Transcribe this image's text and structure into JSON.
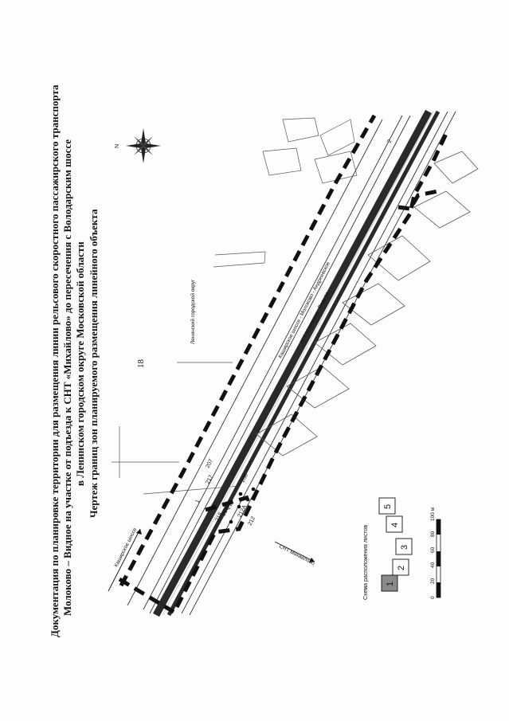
{
  "page_number": "18",
  "title": {
    "line1": "Документация по планировке территории для размещения линии рельсового скоростного пассажирского транспорта",
    "line2": "Молоково – Видное на участке от подъезда к СНТ «Михайлово» до пересечения с Володарским шоссе",
    "line3": "в Ленинском городском округе Московской области",
    "line4": "Чертеж границ зон планируемого размещения линейного объекта"
  },
  "map_labels": {
    "district": "Ленинский городской округ",
    "kashirskoe": "Каширское шоссе",
    "snt": "СНТ Михайлово",
    "highway": "Каширское шоссе - Молоково - Андреевское",
    "rail": "ЛРТ Молоково - Видное",
    "compass_n": "N"
  },
  "point_labels": [
    "217",
    "207",
    "218",
    "216",
    "215",
    "208",
    "212А",
    "212",
    "1",
    "2"
  ],
  "sheet_scheme": {
    "title": "Схема расположения листов",
    "sheets": [
      "1",
      "2",
      "3",
      "4",
      "5"
    ],
    "active_sheet": "1"
  },
  "scale_bar": {
    "ticks": [
      "0",
      "20",
      "40",
      "60",
      "80",
      "100 м"
    ]
  },
  "colors": {
    "boundary": "#111111",
    "rail_fill": "#333333",
    "sheet_active": "#8a8a8a"
  }
}
